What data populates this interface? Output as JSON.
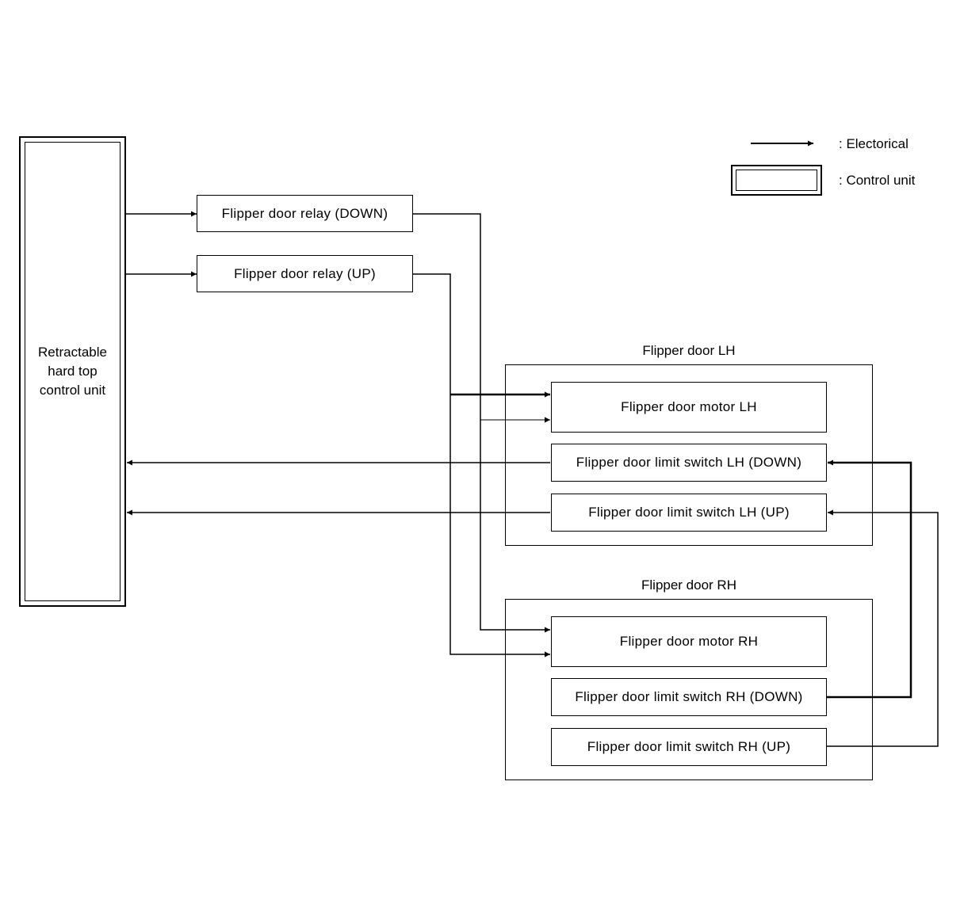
{
  "legend": {
    "electrical_label": ": Electorical",
    "control_unit_label": ": Control unit"
  },
  "control_unit": {
    "label": "Retractable\nhard top\ncontrol unit"
  },
  "relays": {
    "down": "Flipper door relay (DOWN)",
    "up": "Flipper door relay (UP)"
  },
  "groups": {
    "lh": {
      "title": "Flipper door LH",
      "motor": "Flipper door motor LH",
      "limit_down": "Flipper door limit switch LH (DOWN)",
      "limit_up": "Flipper door limit switch LH (UP)"
    },
    "rh": {
      "title": "Flipper door RH",
      "motor": "Flipper door motor RH",
      "limit_down": "Flipper door limit switch RH (DOWN)",
      "limit_up": "Flipper door limit switch RH (UP)"
    }
  }
}
